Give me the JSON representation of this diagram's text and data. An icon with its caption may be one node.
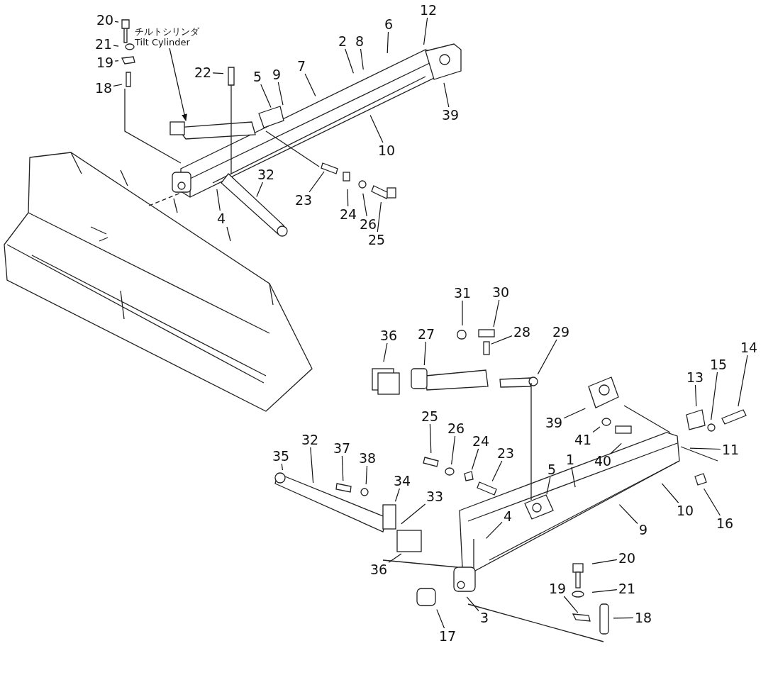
{
  "diagram": {
    "nodes": [
      {
        "text": [
          "20"
        ]
      },
      {
        "text": [
          "21"
        ]
      },
      {
        "text": [
          "19"
        ]
      },
      {
        "text": [
          "18"
        ]
      },
      {
        "text": [
          "チルトシリンダ",
          "Tilt Cylinder"
        ]
      },
      {
        "text": [
          "22"
        ]
      },
      {
        "text": [
          "5"
        ]
      },
      {
        "text": [
          "9"
        ]
      },
      {
        "text": [
          "7"
        ]
      },
      {
        "text": [
          "2"
        ]
      },
      {
        "text": [
          "8"
        ]
      },
      {
        "text": [
          "6"
        ]
      },
      {
        "text": [
          "12"
        ]
      },
      {
        "text": [
          "39"
        ]
      },
      {
        "text": [
          "10"
        ]
      },
      {
        "text": [
          "32"
        ]
      },
      {
        "text": [
          "4"
        ]
      },
      {
        "text": [
          "23"
        ]
      },
      {
        "text": [
          "24"
        ]
      },
      {
        "text": [
          "26"
        ]
      },
      {
        "text": [
          "25"
        ]
      },
      {
        "text": [
          "31"
        ]
      },
      {
        "text": [
          "30"
        ]
      },
      {
        "text": [
          "28"
        ]
      },
      {
        "text": [
          "29"
        ]
      },
      {
        "text": [
          "36"
        ]
      },
      {
        "text": [
          "27"
        ]
      },
      {
        "text": [
          "14"
        ]
      },
      {
        "text": [
          "15"
        ]
      },
      {
        "text": [
          "13"
        ]
      },
      {
        "text": [
          "39"
        ]
      },
      {
        "text": [
          "41"
        ]
      },
      {
        "text": [
          "40"
        ]
      },
      {
        "text": [
          "11"
        ]
      },
      {
        "text": [
          "1"
        ]
      },
      {
        "text": [
          "5"
        ]
      },
      {
        "text": [
          "25"
        ]
      },
      {
        "text": [
          "26"
        ]
      },
      {
        "text": [
          "24"
        ]
      },
      {
        "text": [
          "23"
        ]
      },
      {
        "text": [
          "35"
        ]
      },
      {
        "text": [
          "32"
        ]
      },
      {
        "text": [
          "37"
        ]
      },
      {
        "text": [
          "38"
        ]
      },
      {
        "text": [
          "34"
        ]
      },
      {
        "text": [
          "33"
        ]
      },
      {
        "text": [
          "16"
        ]
      },
      {
        "text": [
          "10"
        ]
      },
      {
        "text": [
          "9"
        ]
      },
      {
        "text": [
          "4"
        ]
      },
      {
        "text": [
          "20"
        ]
      },
      {
        "text": [
          "21"
        ]
      },
      {
        "text": [
          "19"
        ]
      },
      {
        "text": [
          "18"
        ]
      },
      {
        "text": [
          "36"
        ]
      },
      {
        "text": [
          "3"
        ]
      },
      {
        "text": [
          "17"
        ]
      }
    ],
    "edges": [
      {
        "from": 0,
        "to": null,
        "arrow": "none"
      },
      {
        "from": 1,
        "to": null,
        "arrow": "none"
      },
      {
        "from": 2,
        "to": null,
        "arrow": "none"
      },
      {
        "from": 3,
        "to": null,
        "arrow": "none"
      },
      {
        "from": 4,
        "to": null,
        "arrow": "to"
      },
      {
        "from": 5,
        "to": null,
        "arrow": "none"
      },
      {
        "from": 6,
        "to": null,
        "arrow": "none"
      },
      {
        "from": 7,
        "to": null,
        "arrow": "none"
      },
      {
        "from": 8,
        "to": null,
        "arrow": "none"
      },
      {
        "from": 9,
        "to": null,
        "arrow": "none"
      },
      {
        "from": 10,
        "to": null,
        "arrow": "none"
      },
      {
        "from": 11,
        "to": null,
        "arrow": "none"
      },
      {
        "from": 12,
        "to": null,
        "arrow": "none"
      },
      {
        "from": 13,
        "to": null,
        "arrow": "none"
      },
      {
        "from": 14,
        "to": null,
        "arrow": "none"
      },
      {
        "from": 15,
        "to": null,
        "arrow": "none"
      },
      {
        "from": 16,
        "to": null,
        "arrow": "none"
      },
      {
        "from": 17,
        "to": null,
        "arrow": "none"
      },
      {
        "from": 18,
        "to": null,
        "arrow": "none"
      },
      {
        "from": 19,
        "to": null,
        "arrow": "none"
      },
      {
        "from": 20,
        "to": null,
        "arrow": "none"
      },
      {
        "from": 21,
        "to": null,
        "arrow": "none"
      },
      {
        "from": 22,
        "to": null,
        "arrow": "none"
      },
      {
        "from": 23,
        "to": null,
        "arrow": "none"
      },
      {
        "from": 24,
        "to": null,
        "arrow": "none"
      },
      {
        "from": 25,
        "to": null,
        "arrow": "none"
      },
      {
        "from": 26,
        "to": null,
        "arrow": "none"
      },
      {
        "from": 27,
        "to": null,
        "arrow": "none"
      },
      {
        "from": 28,
        "to": null,
        "arrow": "none"
      },
      {
        "from": 29,
        "to": null,
        "arrow": "none"
      },
      {
        "from": 30,
        "to": null,
        "arrow": "none"
      },
      {
        "from": 31,
        "to": null,
        "arrow": "none"
      },
      {
        "from": 32,
        "to": null,
        "arrow": "none"
      },
      {
        "from": 33,
        "to": null,
        "arrow": "none"
      },
      {
        "from": 34,
        "to": null,
        "arrow": "none"
      },
      {
        "from": 35,
        "to": null,
        "arrow": "none"
      },
      {
        "from": 36,
        "to": null,
        "arrow": "none"
      },
      {
        "from": 37,
        "to": null,
        "arrow": "none"
      },
      {
        "from": 38,
        "to": null,
        "arrow": "none"
      },
      {
        "from": 39,
        "to": null,
        "arrow": "none"
      },
      {
        "from": 40,
        "to": null,
        "arrow": "none"
      },
      {
        "from": 41,
        "to": null,
        "arrow": "none"
      },
      {
        "from": 42,
        "to": null,
        "arrow": "none"
      },
      {
        "from": 43,
        "to": null,
        "arrow": "none"
      },
      {
        "from": 44,
        "to": null,
        "arrow": "none"
      },
      {
        "from": 45,
        "to": null,
        "arrow": "none"
      },
      {
        "from": 46,
        "to": null,
        "arrow": "none"
      },
      {
        "from": 47,
        "to": null,
        "arrow": "none"
      },
      {
        "from": 48,
        "to": null,
        "arrow": "none"
      },
      {
        "from": 49,
        "to": null,
        "arrow": "none"
      },
      {
        "from": 50,
        "to": null,
        "arrow": "none"
      },
      {
        "from": 51,
        "to": null,
        "arrow": "none"
      },
      {
        "from": 52,
        "to": null,
        "arrow": "none"
      },
      {
        "from": 53,
        "to": null,
        "arrow": "none"
      },
      {
        "from": 54,
        "to": null,
        "arrow": "none"
      },
      {
        "from": 55,
        "to": null,
        "arrow": "none"
      },
      {
        "from": 56,
        "to": null,
        "arrow": "none"
      }
    ]
  }
}
